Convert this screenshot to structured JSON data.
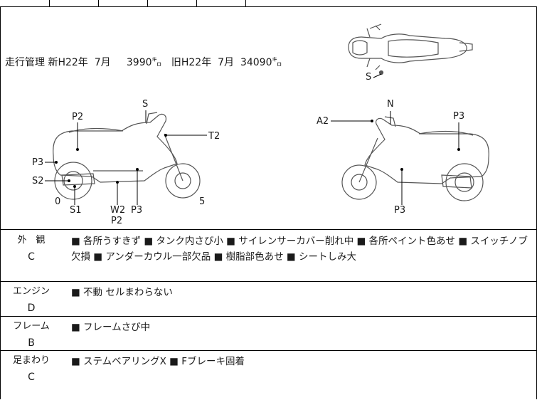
{
  "mileage": {
    "label": "走行管理",
    "new_part": "新H22年  7月",
    "new_km": "3990",
    "old_part": "旧H22年  7月",
    "old_km": "34090",
    "unit": "㌔"
  },
  "top_view_labels": {
    "s": "S"
  },
  "left_view_labels": {
    "s_top": "S",
    "p2_top": "P2",
    "t2": "T2",
    "p3_left": "P3",
    "s2": "S2",
    "zero": "0",
    "s1": "S1",
    "w2": "W2",
    "p2_bottom": "P2",
    "p3_bottom": "P3",
    "five": "5"
  },
  "right_view_labels": {
    "a2": "A2",
    "n": "N",
    "p3_right": "P3",
    "p3_bottom": "P3"
  },
  "conditions": [
    {
      "category": "外　観",
      "grade": "C",
      "text": "■ 各所うすきず ■ タンク内さび小 ■ サイレンサーカバー削れ中 ■ 各所ペイント色あせ ■ スイッチノブ欠損 ■ アンダーカウル一部欠品 ■ 樹脂部色あせ ■ シートしみ大"
    },
    {
      "category": "エンジン",
      "grade": "D",
      "text": "■ 不動 セルまわらない"
    },
    {
      "category": "フレーム",
      "grade": "B",
      "text": "■ フレームさび中"
    },
    {
      "category": "足まわり",
      "grade": "C",
      "text": "■ ステムベアリングX ■ Fブレーキ固着"
    }
  ],
  "colors": {
    "line": "#000000",
    "sketch": "#555555"
  }
}
